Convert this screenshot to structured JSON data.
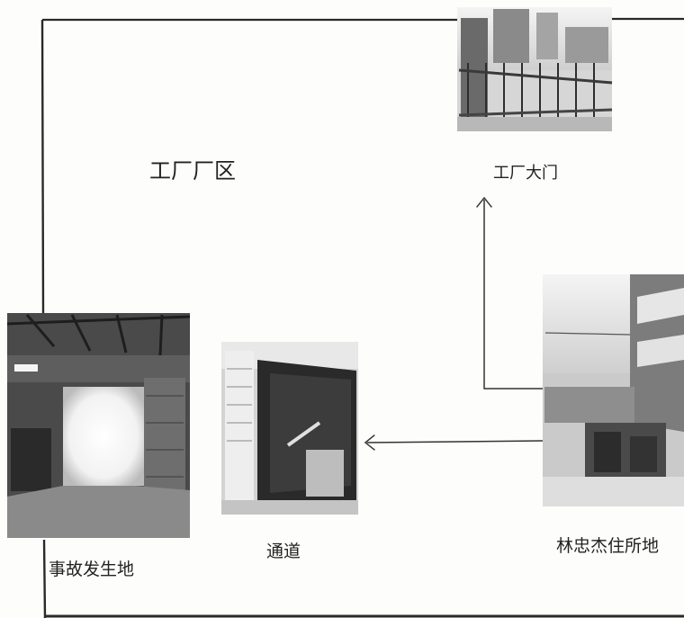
{
  "diagram": {
    "area_label": "工厂厂区",
    "locations": {
      "factory_gate": "工厂大门",
      "residence": "林忠杰住所地",
      "passage": "通道",
      "accident_site": "事故发生地"
    }
  }
}
